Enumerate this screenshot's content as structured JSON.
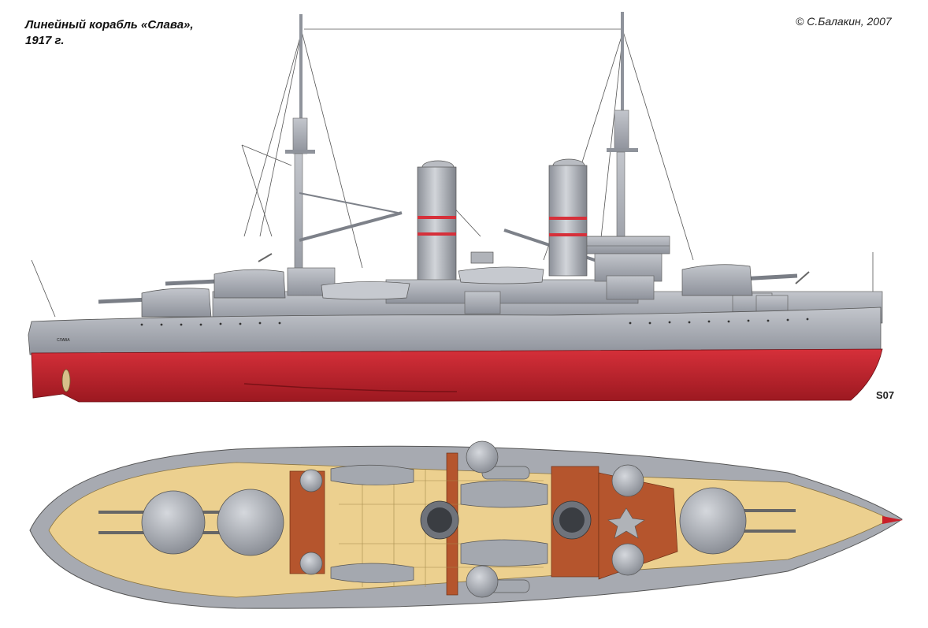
{
  "title_line1": "Линейный корабль «Слава»,",
  "title_line2": "1917 г.",
  "copyright": "© С.Балакин, 2007",
  "monogram": "S07",
  "hull_name": "СЛАВА",
  "colors": {
    "hull_red": "#c8202a",
    "superstructure_gray": "#a9acb4",
    "deck_yellow": "#ecd08f",
    "deck_brown": "#b5552d"
  }
}
